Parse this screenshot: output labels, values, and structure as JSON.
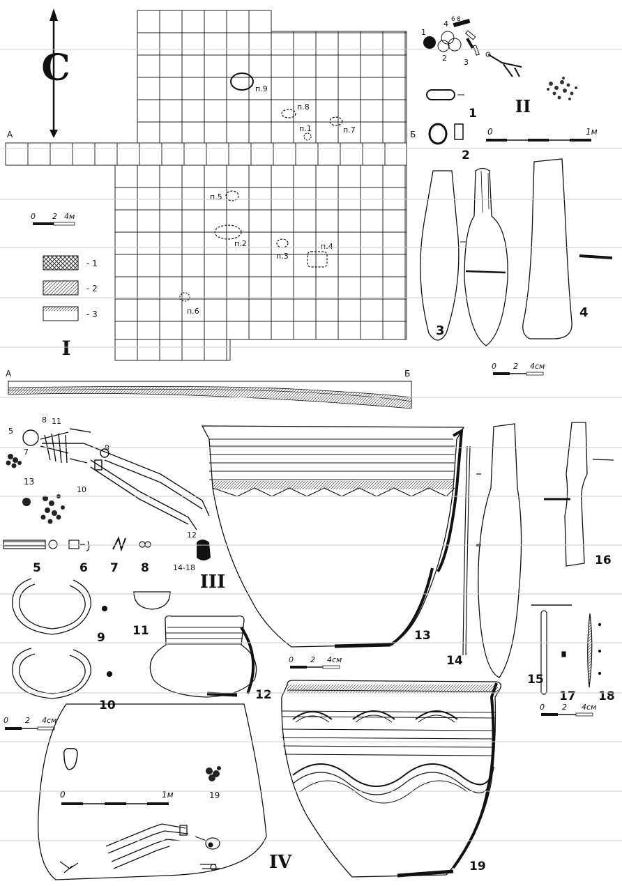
{
  "plan": {
    "north_letter": "С",
    "section_start": "А",
    "section_end": "Б",
    "scale_label_start": "0",
    "scale_label_mid": "2",
    "scale_label_end": "4м",
    "pits": [
      "п.1",
      "п.2",
      "п.3",
      "п.4",
      "п.5",
      "п.6",
      "п.7",
      "п.8",
      "п.9"
    ],
    "legend_labels": [
      "- 1",
      "- 2",
      "- 3"
    ],
    "roman": "I"
  },
  "burial2": {
    "roman": "II",
    "skel_nums": [
      "1",
      "2",
      "3",
      "4",
      "6",
      "8"
    ],
    "scale_label_start": "0",
    "scale_label_end": "1м",
    "fig1": "1",
    "fig2": "2"
  },
  "tools": {
    "fig3": "3",
    "fig4": "4",
    "scale_label_start": "0",
    "scale_label_mid": "2",
    "scale_label_end": "4см"
  },
  "burial3": {
    "roman": "III",
    "skel_nums": [
      "5",
      "8",
      "11",
      "7",
      "9",
      "13",
      "10",
      "12",
      "14-18"
    ],
    "row_labels": [
      "5",
      "6",
      "7",
      "8"
    ],
    "bracelet9": "9",
    "bracelet10": "10",
    "fig11": "11",
    "fig12": "12",
    "scale_label_start": "0",
    "scale_label_mid": "2",
    "scale_label_end": "4см"
  },
  "vessels": {
    "fig13": "13",
    "fig14": "14",
    "fig15": "15",
    "fig16": "16",
    "fig17": "17",
    "fig18": "18",
    "fig19": "19",
    "scale13": [
      "0",
      "2",
      "4см"
    ],
    "scale_right": [
      "0",
      "2",
      "4см"
    ]
  },
  "burial4": {
    "roman": "IV",
    "scale_label_start": "0",
    "scale_label_end": "1м",
    "fig19": "19"
  }
}
